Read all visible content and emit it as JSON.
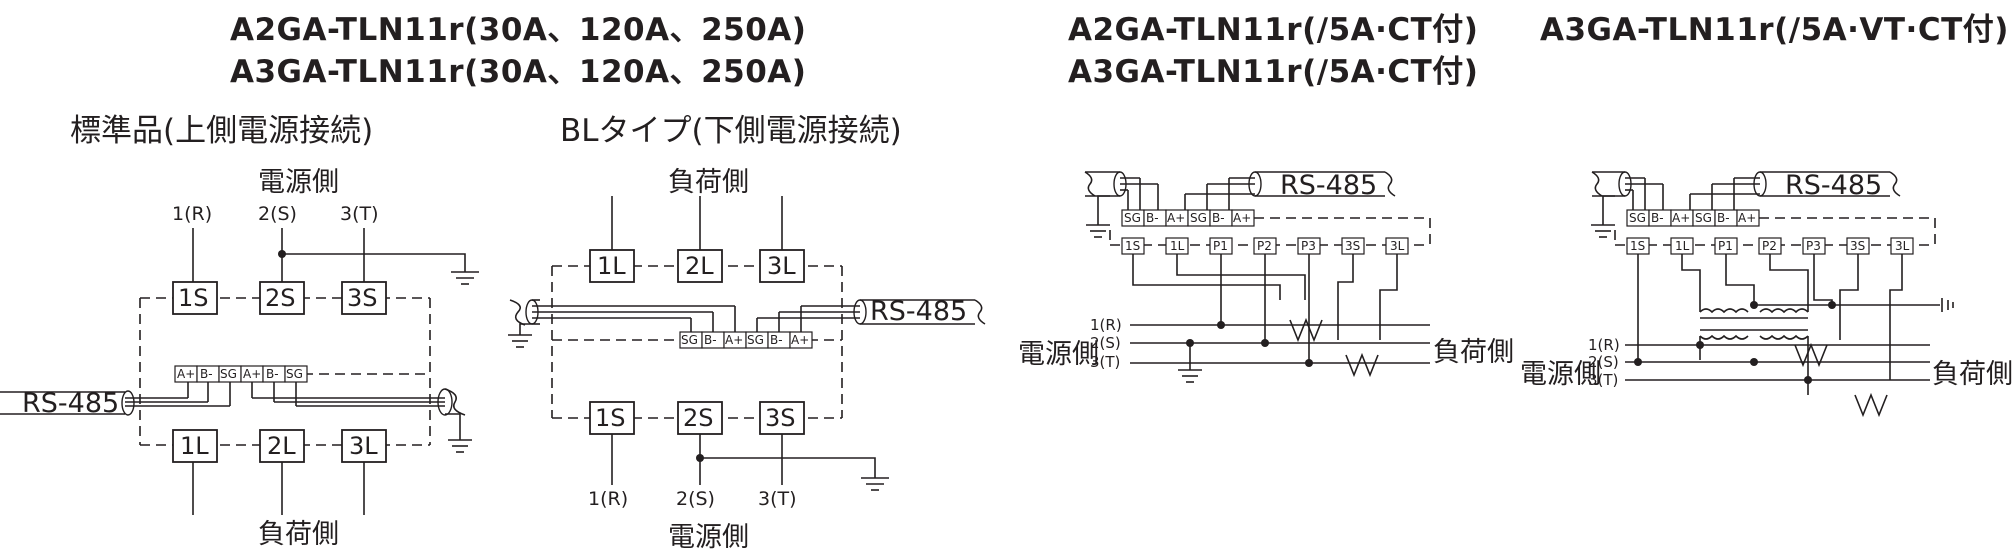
{
  "titles": {
    "col1_line1": "A2GA-TLN11r(30A、120A、250A)",
    "col1_line2": "A3GA-TLN11r(30A、120A、250A)",
    "col2_line1": "A2GA-TLN11r(/5A·CT付)",
    "col2_line2": "A3GA-TLN11r(/5A·CT付)",
    "col3_line1": "A3GA-TLN11r(/5A·VT·CT付)"
  },
  "subtitles": {
    "standard": "標準品(上側電源接続)",
    "bl_type": "BLタイプ(下側電源接続)"
  },
  "side_labels": {
    "source": "電源側",
    "load": "負荷側"
  },
  "phases": {
    "p1": "1(R)",
    "p2": "2(S)",
    "p3": "3(T)"
  },
  "comm": "RS-485",
  "terminals": {
    "line_side": [
      "1S",
      "2S",
      "3S"
    ],
    "load_side": [
      "1L",
      "2L",
      "3L"
    ],
    "rs485_standard": [
      "A+",
      "B-",
      "SG",
      "A+",
      "B-",
      "SG"
    ],
    "rs485_bl": [
      "SG",
      "B-",
      "A+",
      "SG",
      "B-",
      "A+"
    ],
    "rs485_ct": [
      "SG",
      "B-",
      "A+",
      "SG",
      "B-",
      "A+"
    ],
    "ct_row": [
      "1S",
      "1L",
      "P1",
      "P2",
      "P3",
      "3S",
      "3L"
    ]
  }
}
